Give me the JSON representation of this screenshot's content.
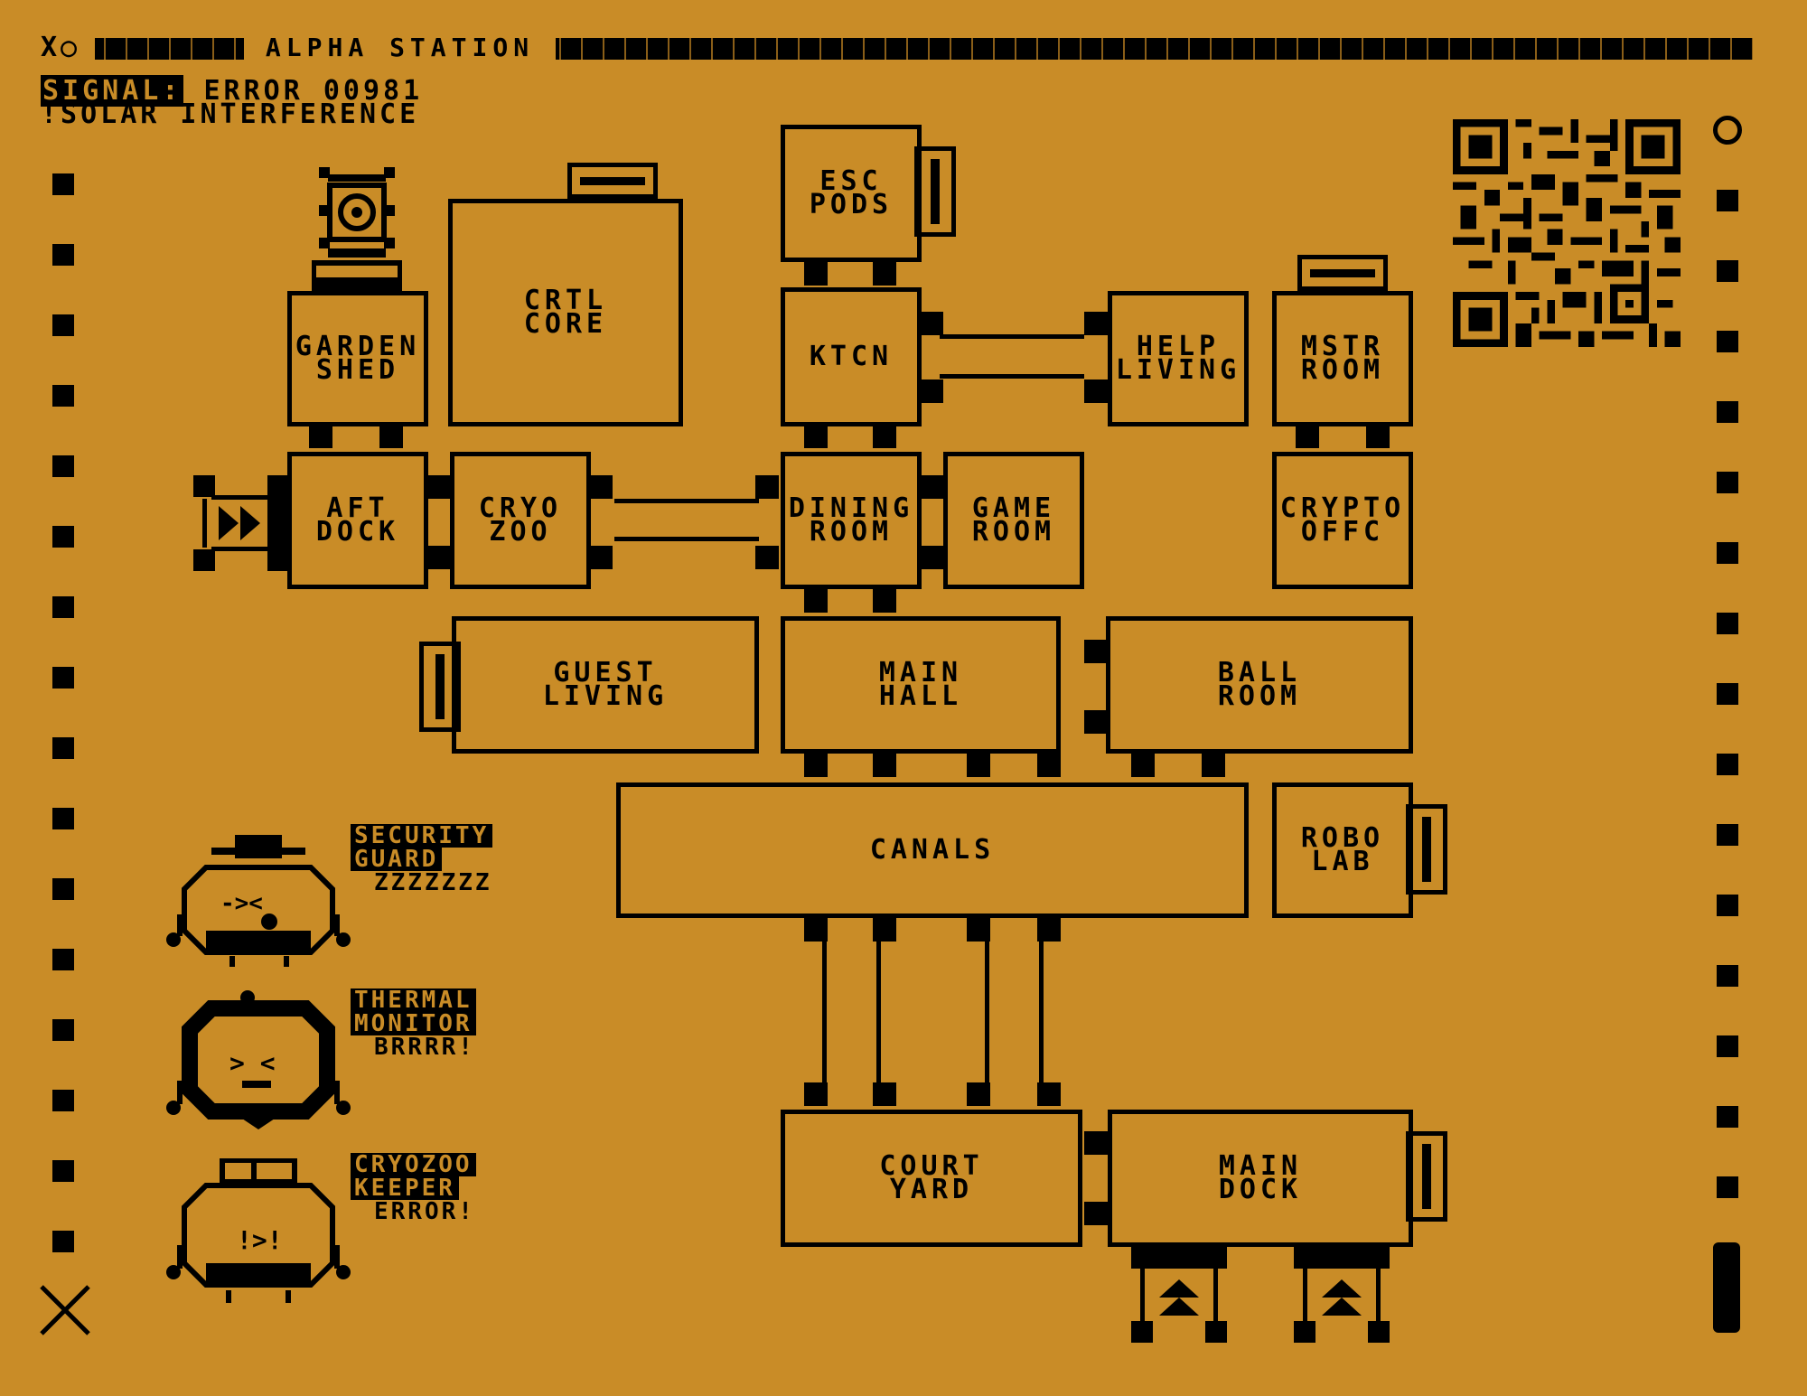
{
  "header": {
    "title": "ALPHA STATION",
    "close_glyph": "X○",
    "signal_label": "SIGNAL:",
    "signal_value": "ERROR 00981",
    "signal_message": "!SOLAR INTERFERENCE"
  },
  "colors": {
    "background": "#C98C27",
    "ink": "#000000"
  },
  "rooms": {
    "garden_shed": "GARDEN\nSHED",
    "crtl_core": "CRTL\nCORE",
    "esc_pods": "ESC\nPODS",
    "ktcn": "KTCN",
    "help_living": "HELP\nLIVING",
    "mstr_room": "MSTR\nROOM",
    "aft_dock": "AFT\nDOCK",
    "cryo_zoo": "CRYO\nZOO",
    "dining_room": "DINING\nROOM",
    "game_room": "GAME\nROOM",
    "crypto_offc": "CRYPTO\nOFFC",
    "guest_living": "GUEST\nLIVING",
    "main_hall": "MAIN\nHALL",
    "ball_room": "BALL\nROOM",
    "canals": "CANALS",
    "robo_lab": "ROBO\nLAB",
    "court_yard": "COURT\nYARD",
    "main_dock": "MAIN\nDOCK"
  },
  "characters": [
    {
      "name": "SECURITY GUARD",
      "line1": "SECURITY",
      "line2": "GUARD",
      "status": "ZZZZZZZ",
      "face": "- > <"
    },
    {
      "name": "THERMAL MONITOR",
      "line1": "THERMAL",
      "line2": "MONITOR",
      "status": "BRRRR!",
      "face": "> <"
    },
    {
      "name": "CRYOZOO KEEPER",
      "line1": "CRYOZOO",
      "line2": "KEEPER",
      "status": "ERROR!",
      "face": "!>!"
    }
  ],
  "icons": {
    "qr": "qr-code-icon",
    "close": "close-icon",
    "ring": "ring-button-icon",
    "robot": "antenna-robot-icon"
  }
}
